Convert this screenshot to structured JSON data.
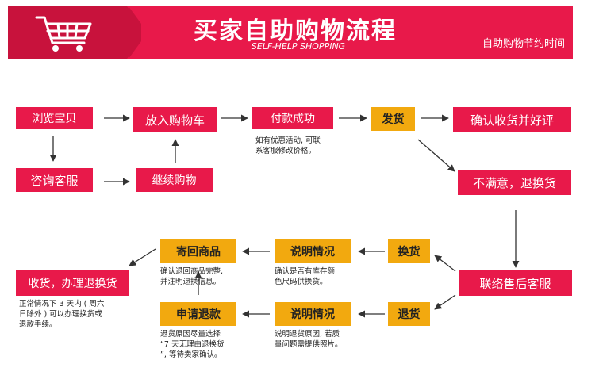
{
  "header": {
    "title": "买家自助购物流程",
    "subtitle_en": "SELF-HELP SHOPPING",
    "subtitle_right": "自助购物节约时间"
  },
  "icons": {
    "cart": "shopping-cart-icon"
  },
  "colors": {
    "pink": "#e8194a",
    "pink_dark": "#c8123c",
    "gold": "#f2a90f",
    "arrow": "#333333"
  },
  "steps": {
    "browse": "浏览宝贝",
    "consult": "咨询客服",
    "add_cart": "放入购物车",
    "continue_shopping": "继续购物",
    "payment_success": "付款成功",
    "shipped": "发货",
    "confirm_receipt": "确认收货并好评",
    "unsatisfied_return": "不满意，退换货",
    "contact_after_sales": "联络售后客服",
    "exchange": "换货",
    "refund": "退货",
    "explain_exchange": "说明情况",
    "explain_refund": "说明情况",
    "send_back": "寄回商品",
    "apply_refund": "申请退款",
    "receive_goods": "收货，办理退换货"
  },
  "notes": {
    "payment": "如有优惠活动, 可联\n系客服修改价格。",
    "exchange": "确认是否有库存颜\n色尺码供换货。",
    "send_back": "确认退回商品完整,\n并注明退换信息。",
    "refund": "说明退货原因, 若质\n量问题需提供照片。",
    "apply_refund": "退货原因尽量选择\n“7 天无理由退换货\n”, 等待卖家确认。",
    "receive": "正常情况下 3 天内 ( 周六\n日除外 ) 可以办理换货或\n退款手续。"
  }
}
